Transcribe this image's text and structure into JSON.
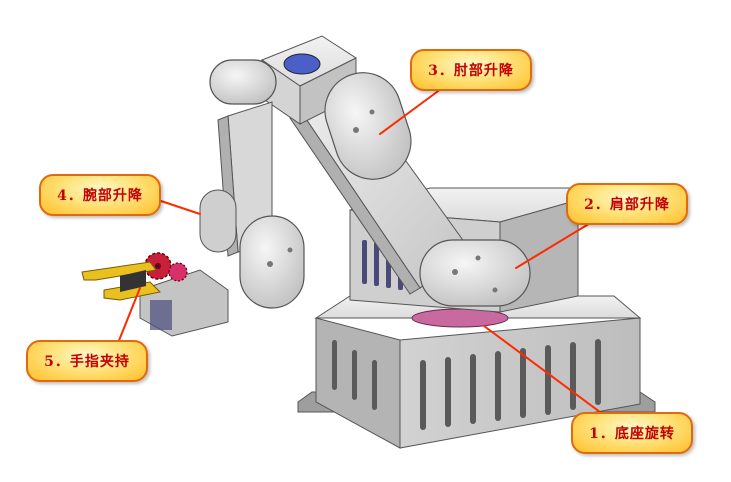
{
  "labels": [
    {
      "id": "base-rotation",
      "text": "1．底座旋转"
    },
    {
      "id": "shoulder-lift",
      "text": "2．肩部升降"
    },
    {
      "id": "elbow-lift",
      "text": "3．肘部升降"
    },
    {
      "id": "wrist-lift",
      "text": "4．腕部升降"
    },
    {
      "id": "finger-grip",
      "text": "5．手指夹持"
    }
  ],
  "colors": {
    "metal_light": "#e4e4e4",
    "metal_mid": "#c8c8c8",
    "metal_dark": "#9a9a9a",
    "callout_border": "#e06a10",
    "callout_text": "#c40000",
    "pointer_line": "#ff2a00",
    "gear_red": "#c8203a",
    "gripper_yellow": "#e8c020",
    "motor_blue": "#4a60c8"
  }
}
